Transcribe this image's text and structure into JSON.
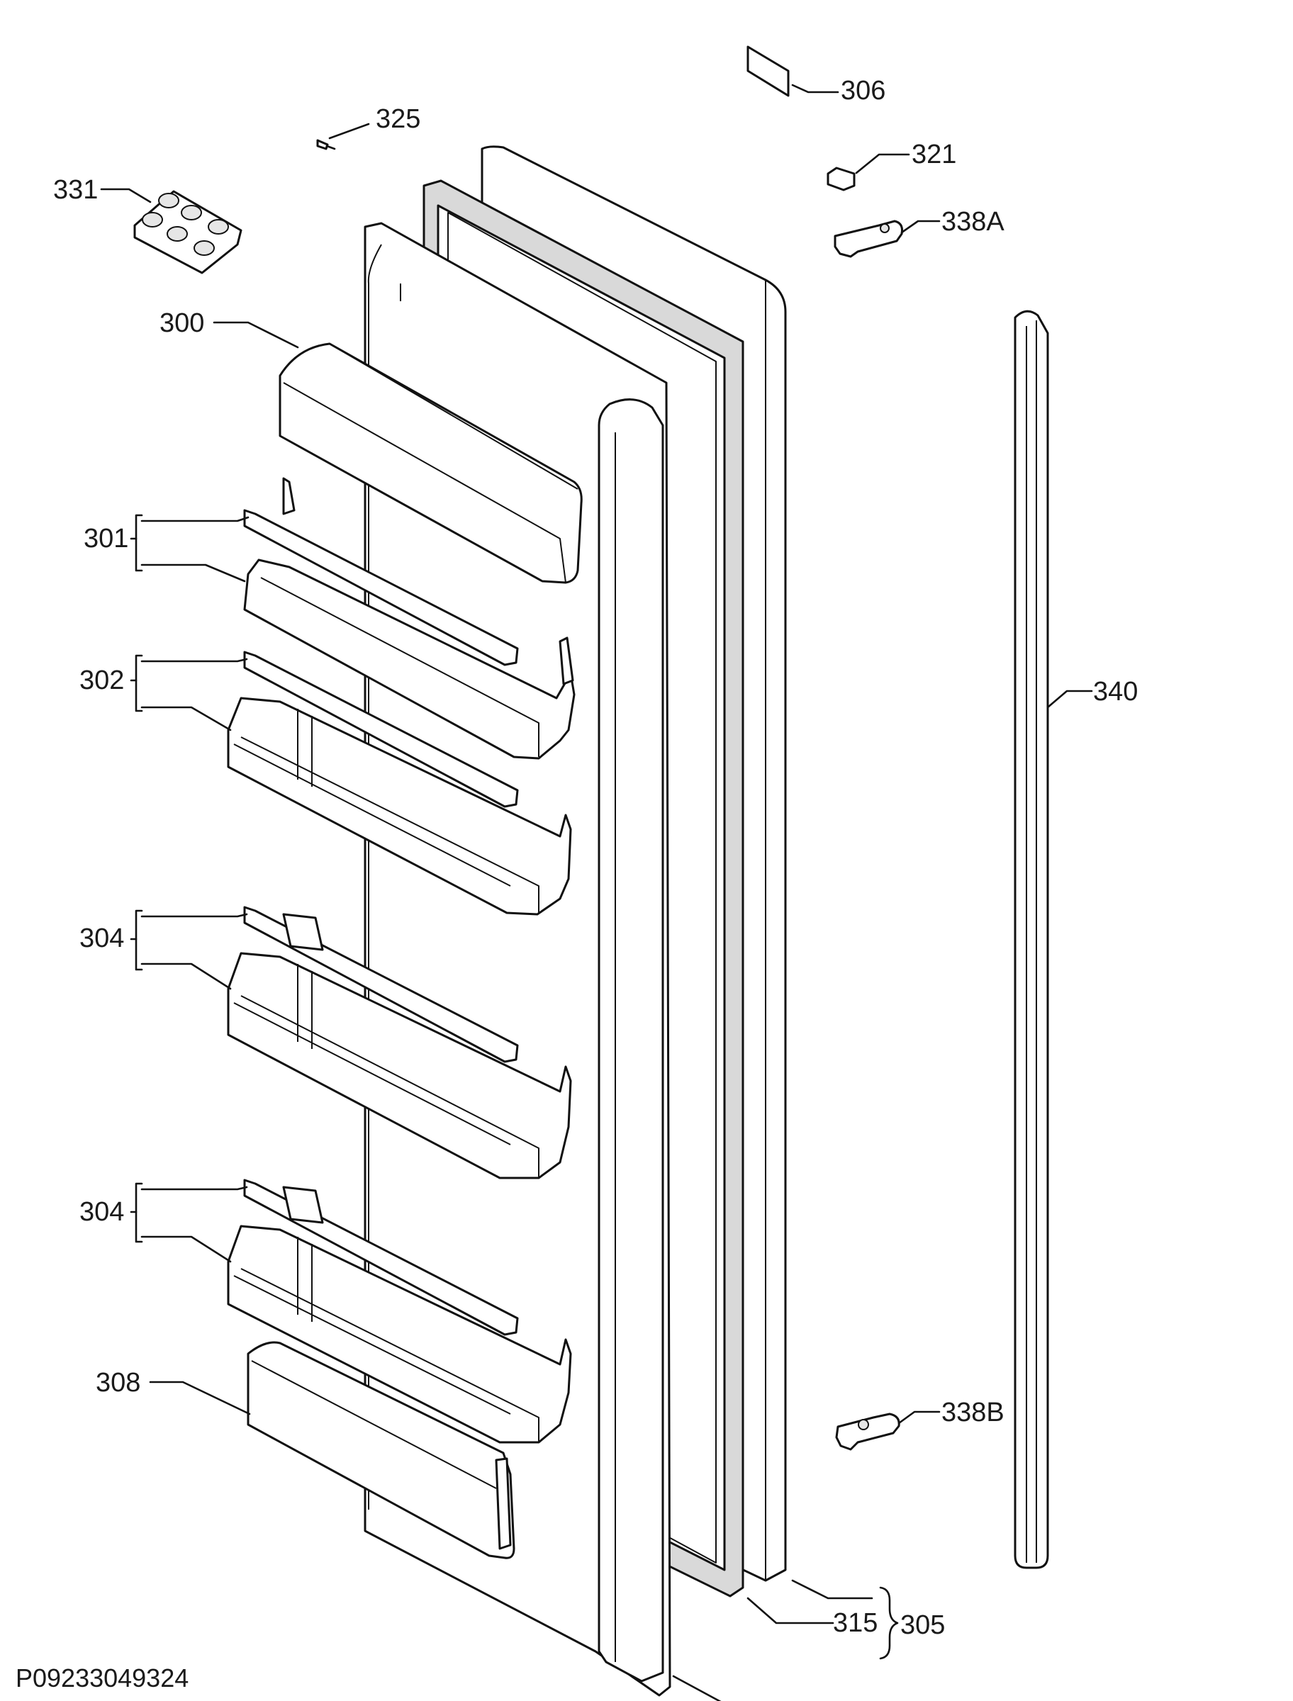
{
  "drawing_code": "P09233049324",
  "callouts": {
    "c306": "306",
    "c325": "325",
    "c321": "321",
    "c338A": "338A",
    "c331": "331",
    "c300": "300",
    "c301": "301",
    "c302": "302",
    "c340": "340",
    "c304a": "304",
    "c304b": "304",
    "c308": "308",
    "c338B": "338B",
    "c315": "315",
    "c305": "305"
  }
}
